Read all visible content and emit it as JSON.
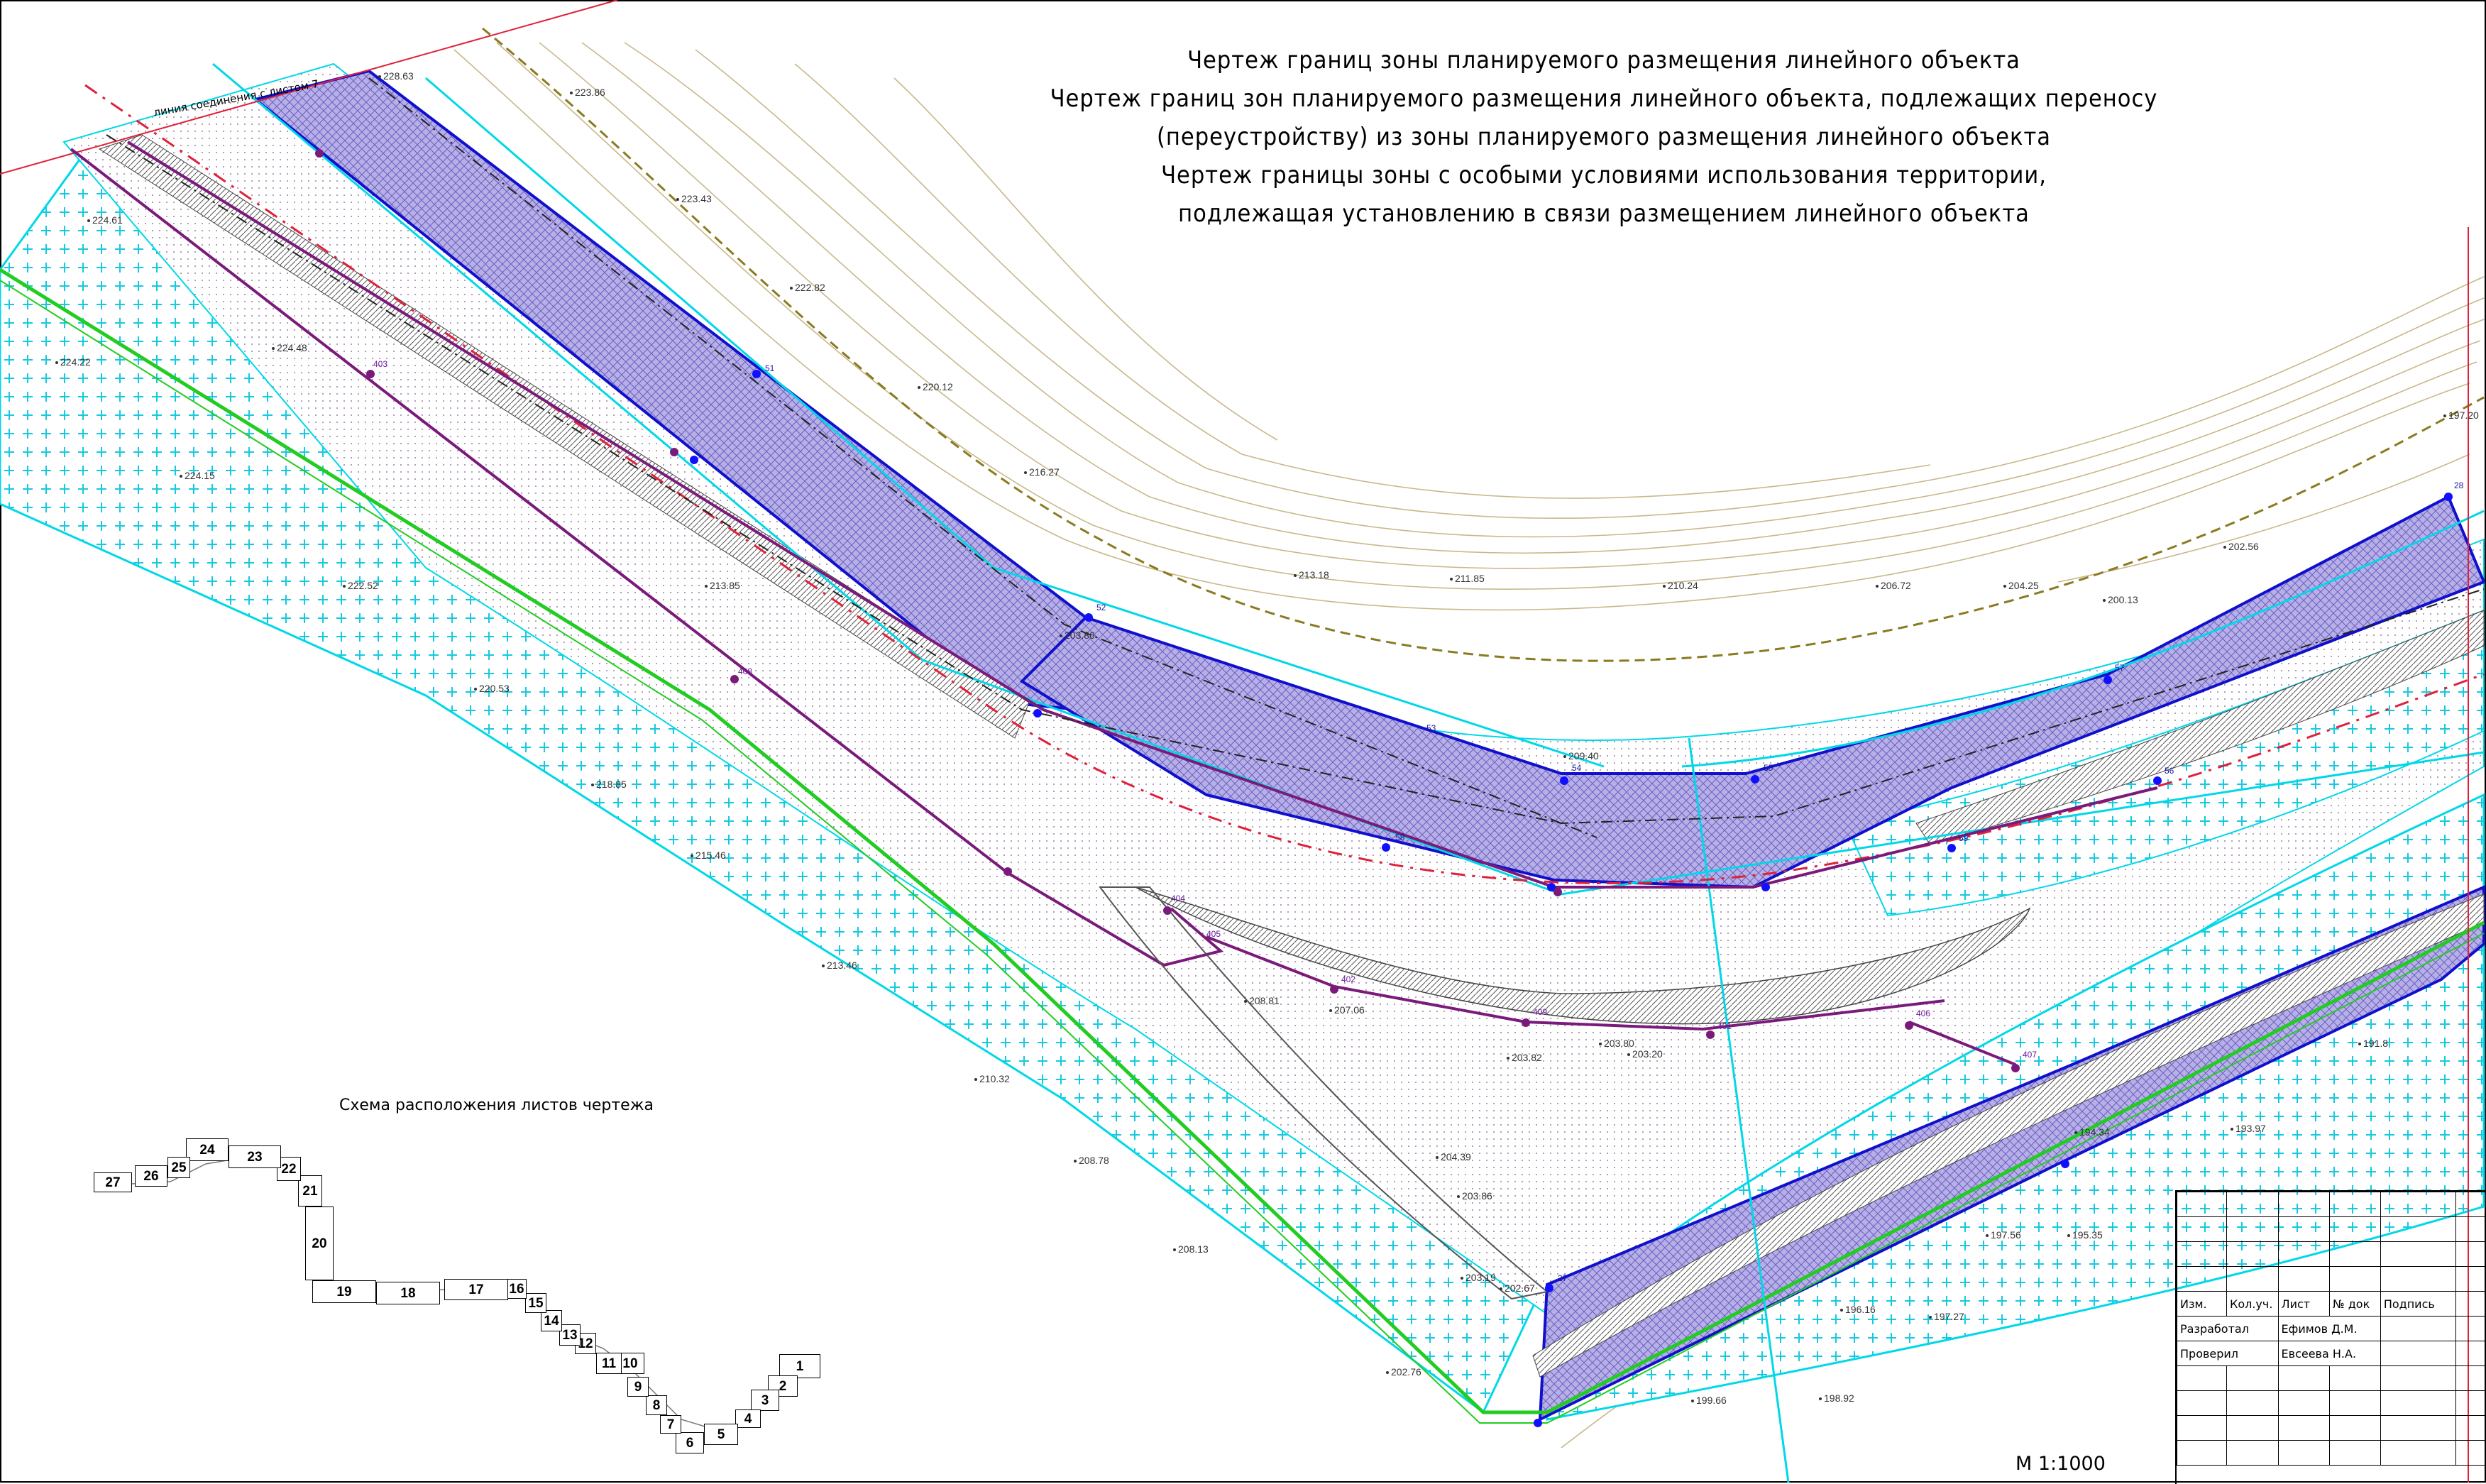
{
  "title_lines": [
    "Чертеж границ зоны планируемого размещения линейного объекта",
    "Чертеж границ зон планируемого размещения линейного объекта, подлежащих переносу",
    "(переустройству) из зоны планируемого размещения линейного объекта",
    "Чертеж границы зоны с особыми условиями использования территории,",
    "подлежащая установлению в связи размещением линейного объекта"
  ],
  "connection_label": "линия соединения с листом 7",
  "scheme_title": "Схема расположения листов чертежа",
  "scale_label": "М 1:1000",
  "sheets": [
    "1",
    "2",
    "3",
    "4",
    "5",
    "6",
    "7",
    "8",
    "9",
    "10",
    "11",
    "12",
    "13",
    "14",
    "15",
    "16",
    "17",
    "18",
    "19",
    "20",
    "21",
    "22",
    "23",
    "24",
    "25",
    "26",
    "27"
  ],
  "stamp": {
    "headers": [
      "Изм.",
      "Кол.уч.",
      "Лист",
      "№ док",
      "Подпись"
    ],
    "rows": [
      {
        "role": "Разработал",
        "name": "Ефимов Д.М."
      },
      {
        "role": "Проверил",
        "name": "Евсеева Н.А."
      }
    ]
  },
  "elevations": [
    "223.86",
    "228.63",
    "223.43",
    "222.82",
    "224.61",
    "220.12",
    "224.48",
    "224.22",
    "216.27",
    "224.15",
    "213.18",
    "222.52",
    "213.85",
    "211.85",
    "210.24",
    "206.72",
    "204.25",
    "200.13",
    "197.20",
    "203.86",
    "202.56",
    "220.53",
    "218.85",
    "209.40",
    "215.46",
    "213.46",
    "207.06",
    "208.81",
    "203.82",
    "203.80",
    "203.20",
    "210.32",
    "208.78",
    "204.39",
    "203.86",
    "208.13",
    "203.19",
    "202.67",
    "202.76",
    "199.66",
    "198.92",
    "196.16",
    "197.27",
    "197.56",
    "195.35",
    "193.97",
    "194.34",
    "191.8"
  ],
  "point_labels_blue": [
    "51",
    "52",
    "53",
    "54",
    "55",
    "56",
    "57",
    "58",
    "59",
    "27",
    "28"
  ],
  "point_labels_purple": [
    "404",
    "405",
    "406",
    "407",
    "408",
    "409",
    "401",
    "402",
    "403"
  ],
  "colors": {
    "zone_fill": "#9a90d8",
    "boundary_blue": "#1010cc",
    "cyan": "#00d8e8",
    "green": "#22cc22",
    "purple": "#7a1a7a",
    "olive": "#8a7a20",
    "red": "#e0203a",
    "contour": "#c8b88a"
  }
}
